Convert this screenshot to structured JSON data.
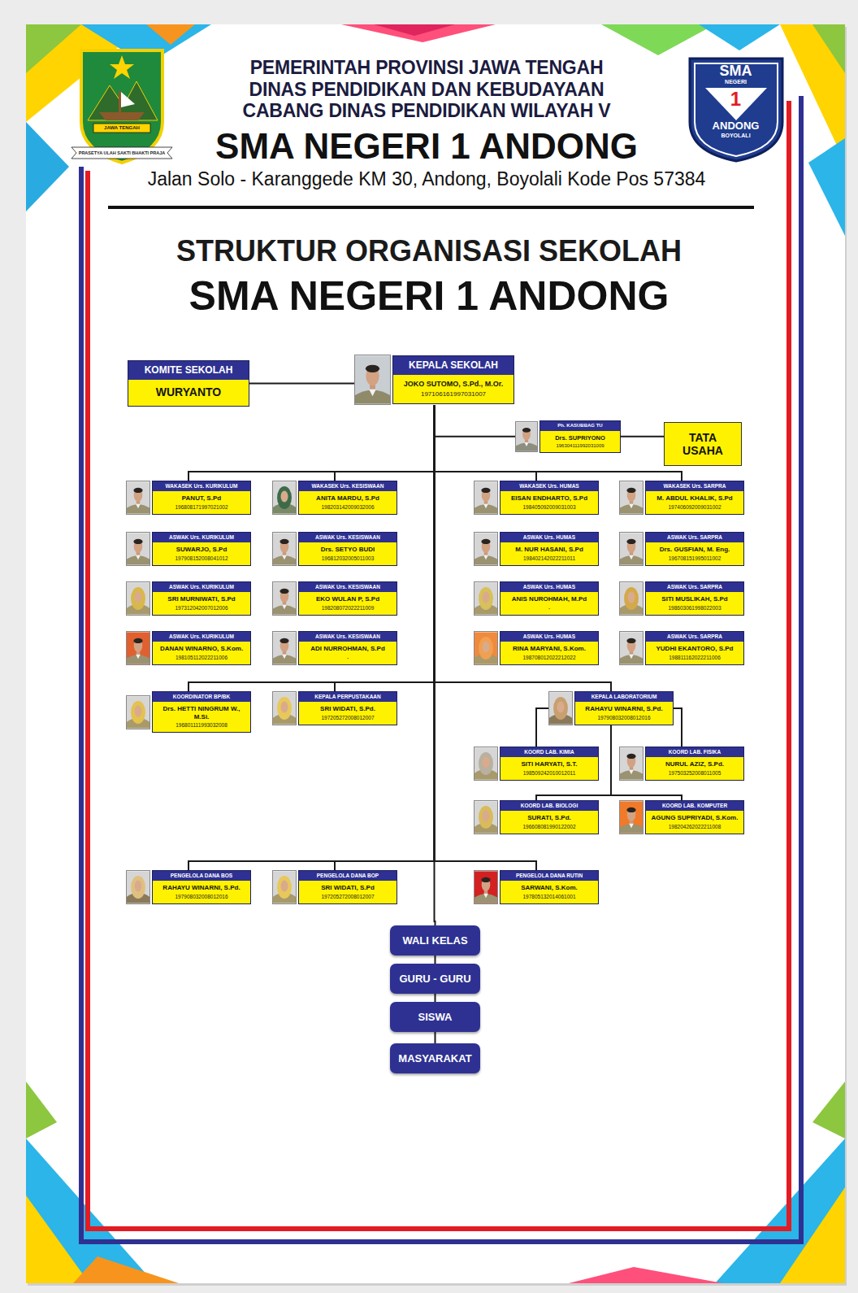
{
  "diagram": {
    "title": "STRUKTUR ORGANISASI SEKOLAH",
    "nodes": [
      {
        "text": [
          "KOMITE SEKOLAH",
          "WURYANTO"
        ]
      },
      {
        "text": [
          "KEPALA SEKOLAH",
          "JOKO SUTOMO, S.Pd., M.Or.",
          "197106161997031007"
        ]
      },
      {
        "text": [
          "Ph. KASUBBAG TU",
          "Drs. SUPRIYONO",
          "196304111992031009"
        ]
      },
      {
        "text": [
          "TATA USAHA"
        ]
      },
      {
        "text": [
          "WAKASEK Urs. KURIKULUM",
          "PANUT, S.Pd",
          "196808171997021002"
        ]
      },
      {
        "text": [
          "WAKASEK Urs. KESISWAAN",
          "ANITA MARDU, S.Pd",
          "198203142009032006"
        ]
      },
      {
        "text": [
          "WAKASEK Urs. HUMAS",
          "EISAN ENDHARTO, S.Pd",
          "198405092009031003"
        ]
      },
      {
        "text": [
          "WAKASEK Urs. SARPRA",
          "M. ABDUL KHALIK, S.Pd",
          "197406092009031002"
        ]
      },
      {
        "text": [
          "ASWAK Urs. KURIKULUM",
          "SUWARJO, S.Pd",
          "197908152008041012"
        ]
      },
      {
        "text": [
          "ASWAK Urs. KESISWAAN",
          "Drs. SETYO BUDI",
          "196812032005011003"
        ]
      },
      {
        "text": [
          "ASWAK Urs. HUMAS",
          "M. NUR HASANI, S.Pd",
          "198402142022211011"
        ]
      },
      {
        "text": [
          "ASWAK Urs. SARPRA",
          "Drs. GUSFIAN, M. Eng.",
          "196708151995011002"
        ]
      },
      {
        "text": [
          "ASWAK Urs. KURIKULUM",
          "SRI MURNIWATI, S.Pd",
          "197312042007012006"
        ]
      },
      {
        "text": [
          "ASWAK Urs. KESISWAAN",
          "EKO WULAN P, S.Pd",
          "198208072022211009"
        ]
      },
      {
        "text": [
          "ASWAK Urs. HUMAS",
          "ANIS NUROHMAH, M.Pd",
          "-"
        ]
      },
      {
        "text": [
          "ASWAK Urs. SARPRA",
          "SITI MUSLIKAH, S.Pd",
          "198603061998022003"
        ]
      },
      {
        "text": [
          "ASWAK Urs. KURIKULUM",
          "DANAN WINARNO, S.Kom.",
          "198105112022211006"
        ]
      },
      {
        "text": [
          "ASWAK Urs. KESISWAAN",
          "ADI NURROHMAN, S.Pd",
          "-"
        ]
      },
      {
        "text": [
          "ASWAK Urs. HUMAS",
          "RINA MARYANI, S.Kom.",
          "198708012022212022"
        ]
      },
      {
        "text": [
          "ASWAK Urs. SARPRA",
          "YUDHI EKANTORO, S.Pd",
          "198811162022211006"
        ]
      },
      {
        "text": [
          "KOORDINATOR BP/BK",
          "Drs. HETTI NINGRUM W., M.Si.",
          "196801111993032008"
        ]
      },
      {
        "text": [
          "KEPALA PERPUSTAKAAN",
          "SRI WIDATI, S.Pd.",
          "197205272008012007"
        ]
      },
      {
        "text": [
          "KEPALA LABORATORIUM",
          "RAHAYU WINARNI, S.Pd.",
          "197908032008012016"
        ]
      },
      {
        "text": [
          "KOORD LAB. KIMIA",
          "SITI HARYATI, S.T.",
          "198509242010012011"
        ]
      },
      {
        "text": [
          "KOORD LAB. FISIKA",
          "NURUL AZIZ, S.Pd.",
          "197503252008011005"
        ]
      },
      {
        "text": [
          "KOORD LAB. BIOLOGI",
          "SURATI, S.Pd.",
          "196608081990122002"
        ]
      },
      {
        "text": [
          "KOORD LAB. KOMPUTER",
          "AGUNG SUPRIYADI, S.Kom.",
          "198204262022211008"
        ]
      },
      {
        "text": [
          "PENGELOLA DANA BOS",
          "RAHAYU WINARNI, S.Pd.",
          "197908032008012016"
        ]
      },
      {
        "text": [
          "PENGELOLA DANA BOP",
          "SRI WIDATI, S.Pd",
          "197205272008012007"
        ]
      },
      {
        "text": [
          "PENGELOLA DANA RUTIN",
          "SARWANI, S.Kom.",
          "197805132014061001"
        ]
      },
      {
        "text": [
          "WALI KELAS"
        ]
      },
      {
        "text": [
          "GURU - GURU"
        ]
      },
      {
        "text": [
          "SISWA"
        ]
      },
      {
        "text": [
          "MASYARAKAT"
        ]
      }
    ],
    "edges": [
      {
        "from": 0,
        "to": 1,
        "arrow": "none"
      },
      {
        "from": 1,
        "to": 2,
        "arrow": "none"
      },
      {
        "from": 2,
        "to": 3,
        "arrow": "none"
      },
      {
        "from": 1,
        "to": 4,
        "arrow": "none"
      },
      {
        "from": 1,
        "to": 5,
        "arrow": "none"
      },
      {
        "from": 1,
        "to": 6,
        "arrow": "none"
      },
      {
        "from": 1,
        "to": 7,
        "arrow": "none"
      },
      {
        "from": 1,
        "to": 20,
        "arrow": "none"
      },
      {
        "from": 1,
        "to": 21,
        "arrow": "none"
      },
      {
        "from": 1,
        "to": 22,
        "arrow": "none"
      },
      {
        "from": 22,
        "to": 23,
        "arrow": "none"
      },
      {
        "from": 22,
        "to": 24,
        "arrow": "none"
      },
      {
        "from": 22,
        "to": 25,
        "arrow": "none"
      },
      {
        "from": 22,
        "to": 26,
        "arrow": "none"
      },
      {
        "from": 1,
        "to": 27,
        "arrow": "none"
      },
      {
        "from": 1,
        "to": 28,
        "arrow": "none"
      },
      {
        "from": 1,
        "to": 29,
        "arrow": "none"
      },
      {
        "from": 1,
        "to": 30,
        "arrow": "none"
      },
      {
        "from": 30,
        "to": 31,
        "arrow": "none"
      },
      {
        "from": 31,
        "to": 32,
        "arrow": "none"
      },
      {
        "from": 32,
        "to": 33,
        "arrow": "none"
      }
    ],
    "labels": [
      "PEMERINTAH PROVINSI JAWA TENGAH",
      "DINAS PENDIDIKAN DAN KEBUDAYAAN",
      "CABANG DINAS PENDIDIKAN WILAYAH V",
      "SMA NEGERI 1 ANDONG",
      "Jalan Solo - Karanggede KM 30, Andong, Boyolali Kode Pos 57384",
      "SMA NEGERI 1 ANDONG",
      "JAWA TENGAH",
      "PRASETYA ULAH SAKTI BHAKTI PRAJA",
      "SMA",
      "NEGERI",
      "1",
      "ANDONG",
      "BOYOLALI"
    ]
  }
}
